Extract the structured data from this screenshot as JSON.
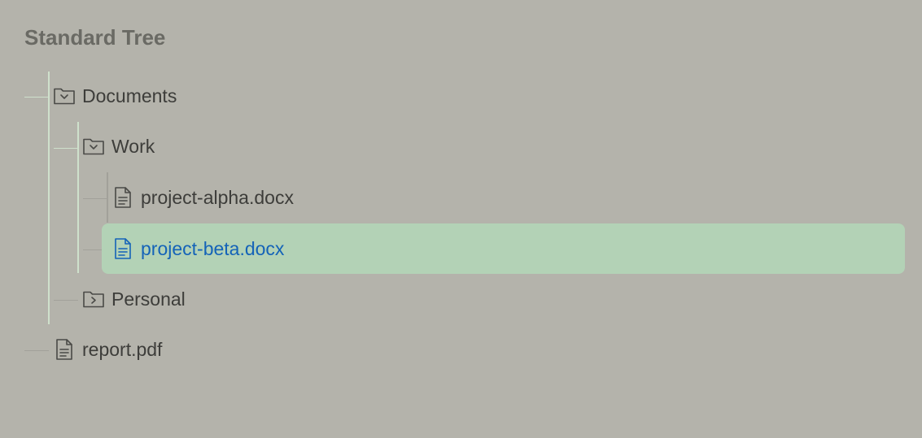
{
  "tree": {
    "title": "Standard Tree",
    "items": [
      {
        "label": "Documents",
        "type": "folder",
        "state": "expanded",
        "level": 0
      },
      {
        "label": "Work",
        "type": "folder",
        "state": "expanded",
        "level": 1
      },
      {
        "label": "project-alpha.docx",
        "type": "file",
        "level": 2
      },
      {
        "label": "project-beta.docx",
        "type": "file",
        "level": 2,
        "selected": true
      },
      {
        "label": "Personal",
        "type": "folder",
        "state": "collapsed",
        "level": 1
      },
      {
        "label": "report.pdf",
        "type": "file",
        "level": 0
      }
    ]
  },
  "colors": {
    "background": "#b4b3ab",
    "guide_green": "#cfe1cc",
    "guide_gray": "#a2a19a",
    "selected_bg": "#b3d2b6",
    "selected_text": "#1463b8",
    "text": "#3d3d3a",
    "icon": "#4a4a47"
  },
  "icons": {
    "folder_open": "folder-open-icon",
    "folder_closed": "folder-closed-icon",
    "file": "file-text-icon"
  }
}
